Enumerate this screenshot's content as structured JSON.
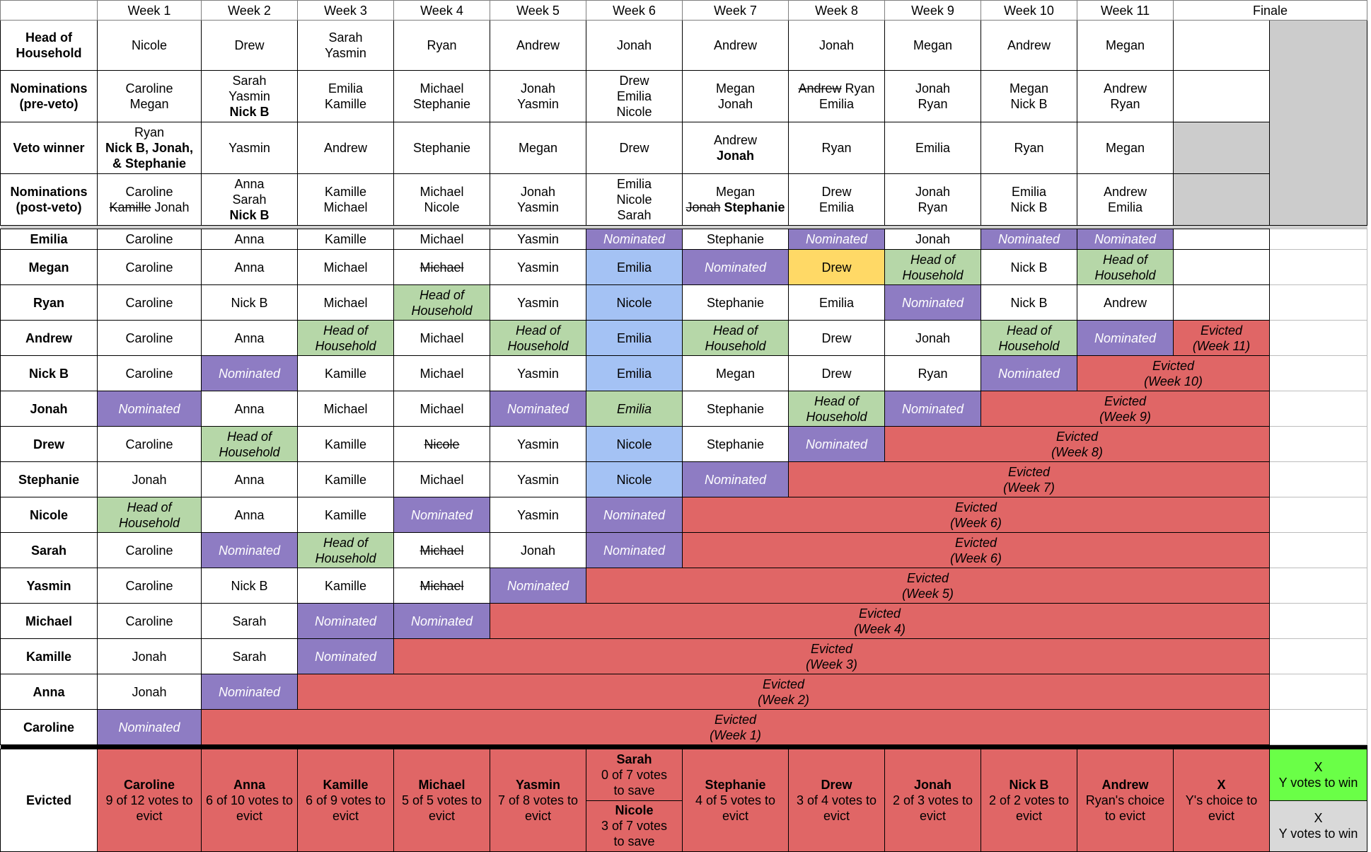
{
  "weeks": [
    "Week 1",
    "Week 2",
    "Week 3",
    "Week 4",
    "Week 5",
    "Week 6",
    "Week 7",
    "Week 8",
    "Week 9",
    "Week 10",
    "Week 11",
    "Finale"
  ],
  "labels": {
    "hoh": [
      "Head of",
      "Household"
    ],
    "nom_pre": [
      "Nominations",
      "(pre-veto)"
    ],
    "veto": "Veto winner",
    "nom_post": [
      "Nominations",
      "(post-veto)"
    ],
    "evicted": "Evicted"
  },
  "hoh": [
    "Nicole",
    "Drew",
    "Sarah",
    "Yasmin",
    "Ryan",
    "Andrew",
    "Jonah",
    "Andrew",
    "Jonah",
    "Megan",
    "Andrew",
    "Megan"
  ],
  "nom_pre": {
    "w1": [
      "Caroline",
      "Megan"
    ],
    "w2": [
      "Sarah",
      "Yasmin",
      "Nick B"
    ],
    "w3": [
      "Emilia",
      "Kamille"
    ],
    "w4": [
      "Michael",
      "Stephanie"
    ],
    "w5": [
      "Jonah",
      "Yasmin"
    ],
    "w6": [
      "Drew",
      "Emilia",
      "Nicole"
    ],
    "w7": [
      "Megan",
      "Jonah"
    ],
    "w8": [
      "Andrew",
      "Ryan",
      "Emilia"
    ],
    "w9": [
      "Jonah",
      "Ryan"
    ],
    "w10": [
      "Megan",
      "Nick B"
    ],
    "w11": [
      "Andrew",
      "Ryan"
    ]
  },
  "veto": {
    "w1": [
      "Ryan",
      "Nick B, Jonah,",
      "& Stephanie"
    ],
    "w2": "Yasmin",
    "w3": "Andrew",
    "w4": "Stephanie",
    "w5": "Megan",
    "w6": "Drew",
    "w7": [
      "Andrew",
      "Jonah"
    ],
    "w8": "Ryan",
    "w9": "Emilia",
    "w10": "Ryan",
    "w11": "Megan"
  },
  "nom_post": {
    "w1": [
      "Caroline",
      "Kamille",
      "Jonah"
    ],
    "w2": [
      "Anna",
      "Sarah",
      "Nick B"
    ],
    "w3": [
      "Kamille",
      "Michael"
    ],
    "w4": [
      "Michael",
      "Nicole"
    ],
    "w5": [
      "Jonah",
      "Yasmin"
    ],
    "w6": [
      "Emilia",
      "Nicole",
      "Sarah"
    ],
    "w7": [
      "Megan",
      "Jonah",
      "Stephanie"
    ],
    "w8": [
      "Drew",
      "Emilia"
    ],
    "w9": [
      "Jonah",
      "Ryan"
    ],
    "w10": [
      "Emilia",
      "Nick B"
    ],
    "w11": [
      "Andrew",
      "Emilia"
    ]
  },
  "terms": {
    "nominated": "Nominated",
    "hoh": [
      "Head of",
      "Household"
    ]
  },
  "players": {
    "emilia": {
      "name": "Emilia",
      "votes": [
        "Caroline",
        "Anna",
        "Kamille",
        "Michael",
        "Yasmin",
        "",
        "Stephanie",
        "",
        "Jonah",
        "",
        ""
      ]
    },
    "megan": {
      "name": "Megan",
      "votes": [
        "Caroline",
        "Anna",
        "Michael",
        "Michael",
        "Yasmin",
        "Emilia",
        "",
        "Drew",
        "",
        "Nick B",
        ""
      ]
    },
    "ryan": {
      "name": "Ryan",
      "votes": [
        "Caroline",
        "Nick B",
        "Michael",
        "",
        "Yasmin",
        "Nicole",
        "Stephanie",
        "Emilia",
        "",
        "Nick B",
        "Andrew"
      ]
    },
    "andrew": {
      "name": "Andrew",
      "votes": [
        "Caroline",
        "Anna",
        "",
        "Michael",
        "",
        "Emilia",
        "",
        "Drew",
        "Jonah",
        "",
        ""
      ],
      "evicted": [
        "Evicted",
        "(Week 11)"
      ]
    },
    "nickb": {
      "name": "Nick B",
      "votes": [
        "Caroline",
        "",
        "Kamille",
        "Michael",
        "Yasmin",
        "Emilia",
        "Megan",
        "Drew",
        "Ryan",
        ""
      ],
      "evicted": [
        "Evicted",
        "(Week 10)"
      ]
    },
    "jonah": {
      "name": "Jonah",
      "votes": [
        "",
        "Anna",
        "Michael",
        "Michael",
        "",
        "Emilia",
        "Stephanie",
        "",
        ""
      ],
      "evicted": [
        "Evicted",
        "(Week 9)"
      ]
    },
    "drew": {
      "name": "Drew",
      "votes": [
        "Caroline",
        "",
        "Kamille",
        "Nicole",
        "Yasmin",
        "Nicole",
        "Stephanie",
        ""
      ],
      "evicted": [
        "Evicted",
        "(Week 8)"
      ]
    },
    "stephanie": {
      "name": "Stephanie",
      "votes": [
        "Jonah",
        "Anna",
        "Kamille",
        "Michael",
        "Yasmin",
        "Nicole",
        ""
      ],
      "evicted": [
        "Evicted",
        "(Week 7)"
      ]
    },
    "nicole": {
      "name": "Nicole",
      "votes": [
        "",
        "Anna",
        "Kamille",
        "",
        "Yasmin",
        ""
      ],
      "evicted": [
        "Evicted",
        "(Week 6)"
      ]
    },
    "sarah": {
      "name": "Sarah",
      "votes": [
        "Caroline",
        "",
        "",
        "Michael",
        "Jonah",
        ""
      ],
      "evicted": [
        "Evicted",
        "(Week 6)"
      ]
    },
    "yasmin": {
      "name": "Yasmin",
      "votes": [
        "Caroline",
        "Nick B",
        "Kamille",
        "Michael",
        ""
      ],
      "evicted": [
        "Evicted",
        "(Week 5)"
      ]
    },
    "michael": {
      "name": "Michael",
      "votes": [
        "Caroline",
        "Sarah",
        "",
        ""
      ],
      "evicted": [
        "Evicted",
        "(Week 4)"
      ]
    },
    "kamille": {
      "name": "Kamille",
      "votes": [
        "Jonah",
        "Sarah",
        ""
      ],
      "evicted": [
        "Evicted",
        "(Week 3)"
      ]
    },
    "anna": {
      "name": "Anna",
      "votes": [
        "Jonah",
        ""
      ],
      "evicted": [
        "Evicted",
        "(Week 2)"
      ]
    },
    "caroline": {
      "name": "Caroline",
      "votes": [
        ""
      ],
      "evicted": [
        "Evicted",
        "(Week 1)"
      ]
    }
  },
  "evicted_row": {
    "w1": [
      "Caroline",
      "9 of 12 votes to",
      "evict"
    ],
    "w2": [
      "Anna",
      "6 of 10 votes to",
      "evict"
    ],
    "w3": [
      "Kamille",
      "6 of 9 votes to",
      "evict"
    ],
    "w4": [
      "Michael",
      "5 of 5 votes to",
      "evict"
    ],
    "w5": [
      "Yasmin",
      "7 of 8 votes to",
      "evict"
    ],
    "w6a": [
      "Sarah",
      "0 of 7 votes",
      "to save"
    ],
    "w6b": [
      "Nicole",
      "3 of 7 votes",
      "to save"
    ],
    "w7": [
      "Stephanie",
      "4 of 5 votes to",
      "evict"
    ],
    "w8": [
      "Drew",
      "3 of 4 votes to",
      "evict"
    ],
    "w9": [
      "Jonah",
      "2 of 3 votes to",
      "evict"
    ],
    "w10": [
      "Nick B",
      "2 of 2 votes to",
      "evict"
    ],
    "w11": [
      "Andrew",
      "Ryan's choice",
      "to evict"
    ],
    "final": [
      "X",
      "Y's choice to",
      "evict"
    ],
    "winner": [
      "X",
      "Y votes to win"
    ],
    "runner": [
      "X",
      "Y votes to win"
    ]
  },
  "colors": {
    "nominated": "#8e7cc3",
    "hoh": "#b6d7a8",
    "veto": "#a4c2f4",
    "evicted": "#e06666",
    "winner": "#6aff47",
    "grey": "#cccccc"
  }
}
